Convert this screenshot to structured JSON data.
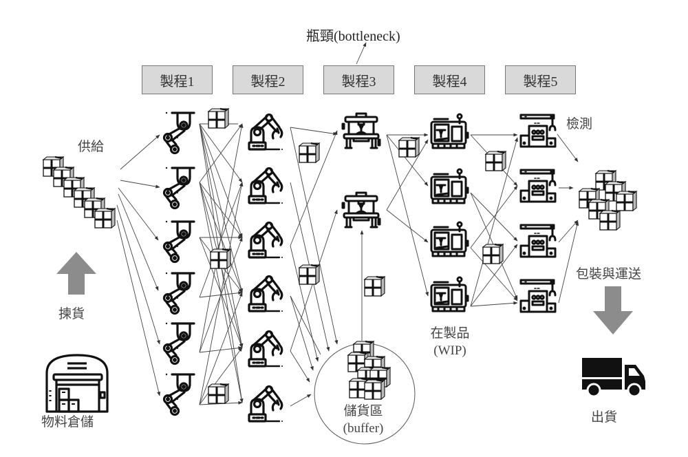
{
  "bottleneck_label": "瓶頸(bottleneck)",
  "processes": [
    {
      "label": "製程1"
    },
    {
      "label": "製程2"
    },
    {
      "label": "製程3",
      "is_bottleneck": true
    },
    {
      "label": "製程4"
    },
    {
      "label": "製程5"
    }
  ],
  "labels": {
    "supply": "供給",
    "picking": "揀貨",
    "warehouse": "物料倉儲",
    "inspection": "檢測",
    "wip_line1": "在製品",
    "wip_line2": "(WIP)",
    "buffer_line1": "儲貨區",
    "buffer_line2": "(buffer)",
    "packing": "包裝與運送",
    "shipping": "出貨"
  },
  "stations": {
    "stage1": {
      "icon": "robot-arm-small-icon",
      "count": 6
    },
    "stage2": {
      "icon": "robot-arm-icon",
      "count": 6
    },
    "stage3": {
      "icon": "press-machine-icon",
      "count": 2
    },
    "stage4": {
      "icon": "cnc-machine-icon",
      "count": 4
    },
    "stage5": {
      "icon": "inspection-machine-icon",
      "count": 4
    }
  },
  "colors": {
    "process_box_fill": "#d9d9d9",
    "arrow_gray": "#8c8c8c",
    "line": "#444444",
    "icon": "#111111"
  },
  "flows": [
    {
      "from": "supply",
      "to": "stage1",
      "targets": [
        0,
        1,
        2,
        3,
        4,
        5
      ]
    },
    {
      "from": "stage1",
      "to": "stage2",
      "description": "many-to-many crossing arrows"
    },
    {
      "from": "stage2",
      "to": "stage3",
      "targets": [
        0,
        1
      ]
    },
    {
      "from": "stage2",
      "to": "buffer"
    },
    {
      "from": "buffer",
      "to": "stage3",
      "targets": [
        1
      ]
    },
    {
      "from": "stage3",
      "to": "stage4",
      "targets": [
        0,
        1,
        2,
        3
      ]
    },
    {
      "from": "stage4",
      "to": "stage5",
      "targets": [
        0,
        1,
        2,
        3
      ]
    },
    {
      "from": "stage5",
      "to": "finished_goods"
    }
  ]
}
